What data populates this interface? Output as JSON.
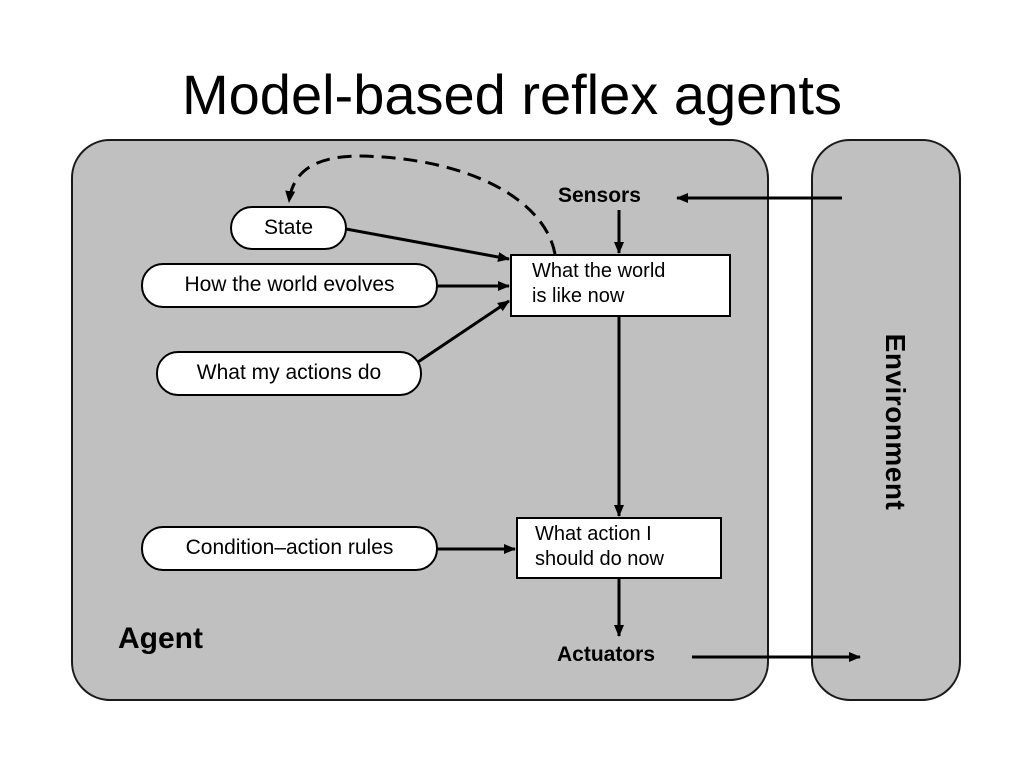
{
  "title": "Model-based reflex agents",
  "agent": {
    "label": "Agent"
  },
  "environment": {
    "label": "Environment"
  },
  "nodes": {
    "state": "State",
    "how_world_evolves": "How the world evolves",
    "what_my_actions_do": "What my actions do",
    "condition_action_rules": "Condition–action rules",
    "what_world_like_now": [
      "What the world",
      "is like now"
    ],
    "what_action_now": [
      "What action I",
      "should do now"
    ],
    "sensors": "Sensors",
    "actuators": "Actuators"
  },
  "colors": {
    "panel_fill": "#c0c0c0",
    "panel_stroke": "#1a1a1a",
    "node_fill": "#ffffff",
    "arrow": "#000000"
  }
}
